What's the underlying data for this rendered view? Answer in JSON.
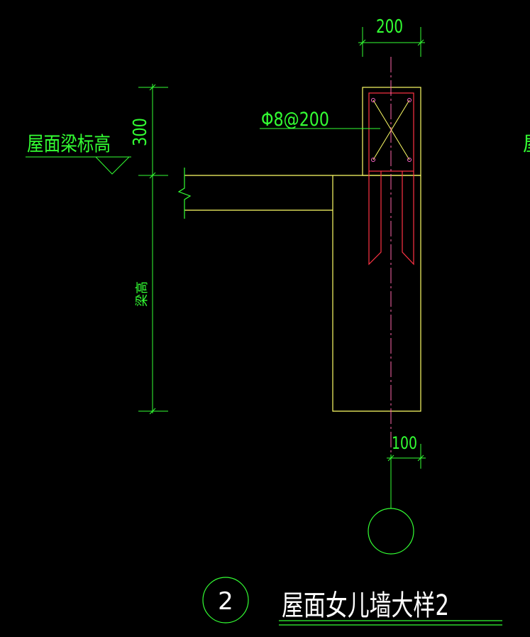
{
  "colors": {
    "background": "#000000",
    "concrete_outline": "#ffff66",
    "rebar": "#ff3344",
    "centerline": "#ff66aa",
    "dimension": "#33ff33",
    "title": "#ffffff"
  },
  "dimensions": {
    "top_width": "200",
    "bottom_offset": "100",
    "parapet_height": "300",
    "beam_depth": "梁高"
  },
  "labels": {
    "elevation": "屋面梁标高",
    "stirrup": "Φ8@200",
    "edge_partial": "屋"
  },
  "title": {
    "number": "2",
    "text": "屋面女儿墙大样2"
  }
}
